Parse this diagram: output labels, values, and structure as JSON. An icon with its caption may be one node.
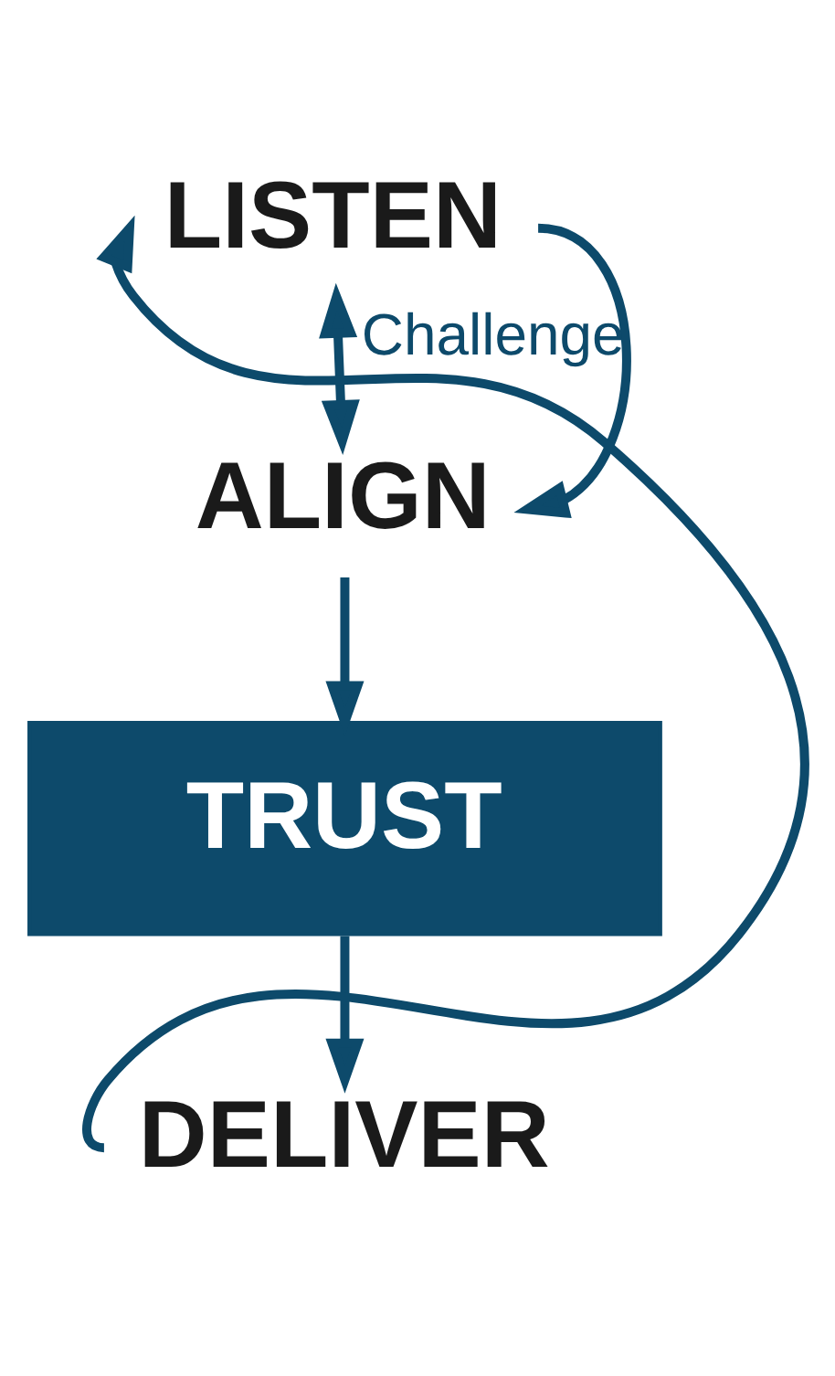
{
  "diagram": {
    "nodes": [
      {
        "text": [
          "LISTEN"
        ]
      },
      {
        "text": [
          "ALIGN"
        ]
      },
      {
        "text": [
          "TRUST"
        ]
      },
      {
        "text": [
          "DELIVER"
        ]
      }
    ],
    "edges": [
      {
        "from": 0,
        "to": 1,
        "arrow": "both"
      },
      {
        "from": 0,
        "to": 1,
        "arrow": "to",
        "label": "Challenge"
      },
      {
        "from": 1,
        "to": 2,
        "arrow": "to"
      },
      {
        "from": 2,
        "to": 3,
        "arrow": "to"
      },
      {
        "from": 3,
        "to": 0,
        "arrow": "to"
      }
    ]
  }
}
